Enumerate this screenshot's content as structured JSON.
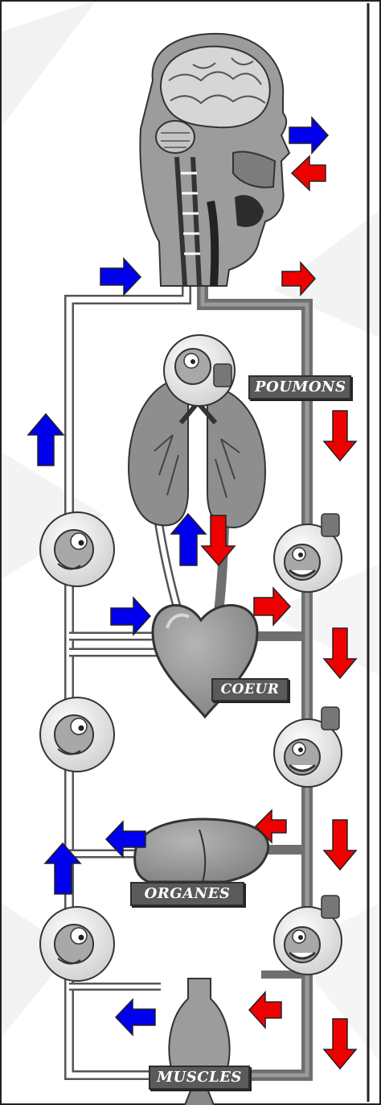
{
  "labels": {
    "lungs": "POUMONS",
    "heart": "COEUR",
    "organs": "ORGANES",
    "muscles": "MUSCLES"
  },
  "colors": {
    "oxygen_poor_arrow": "#0000ee",
    "oxygen_rich_arrow": "#ee0000",
    "background": "#ffffff",
    "frame": "#222222"
  }
}
